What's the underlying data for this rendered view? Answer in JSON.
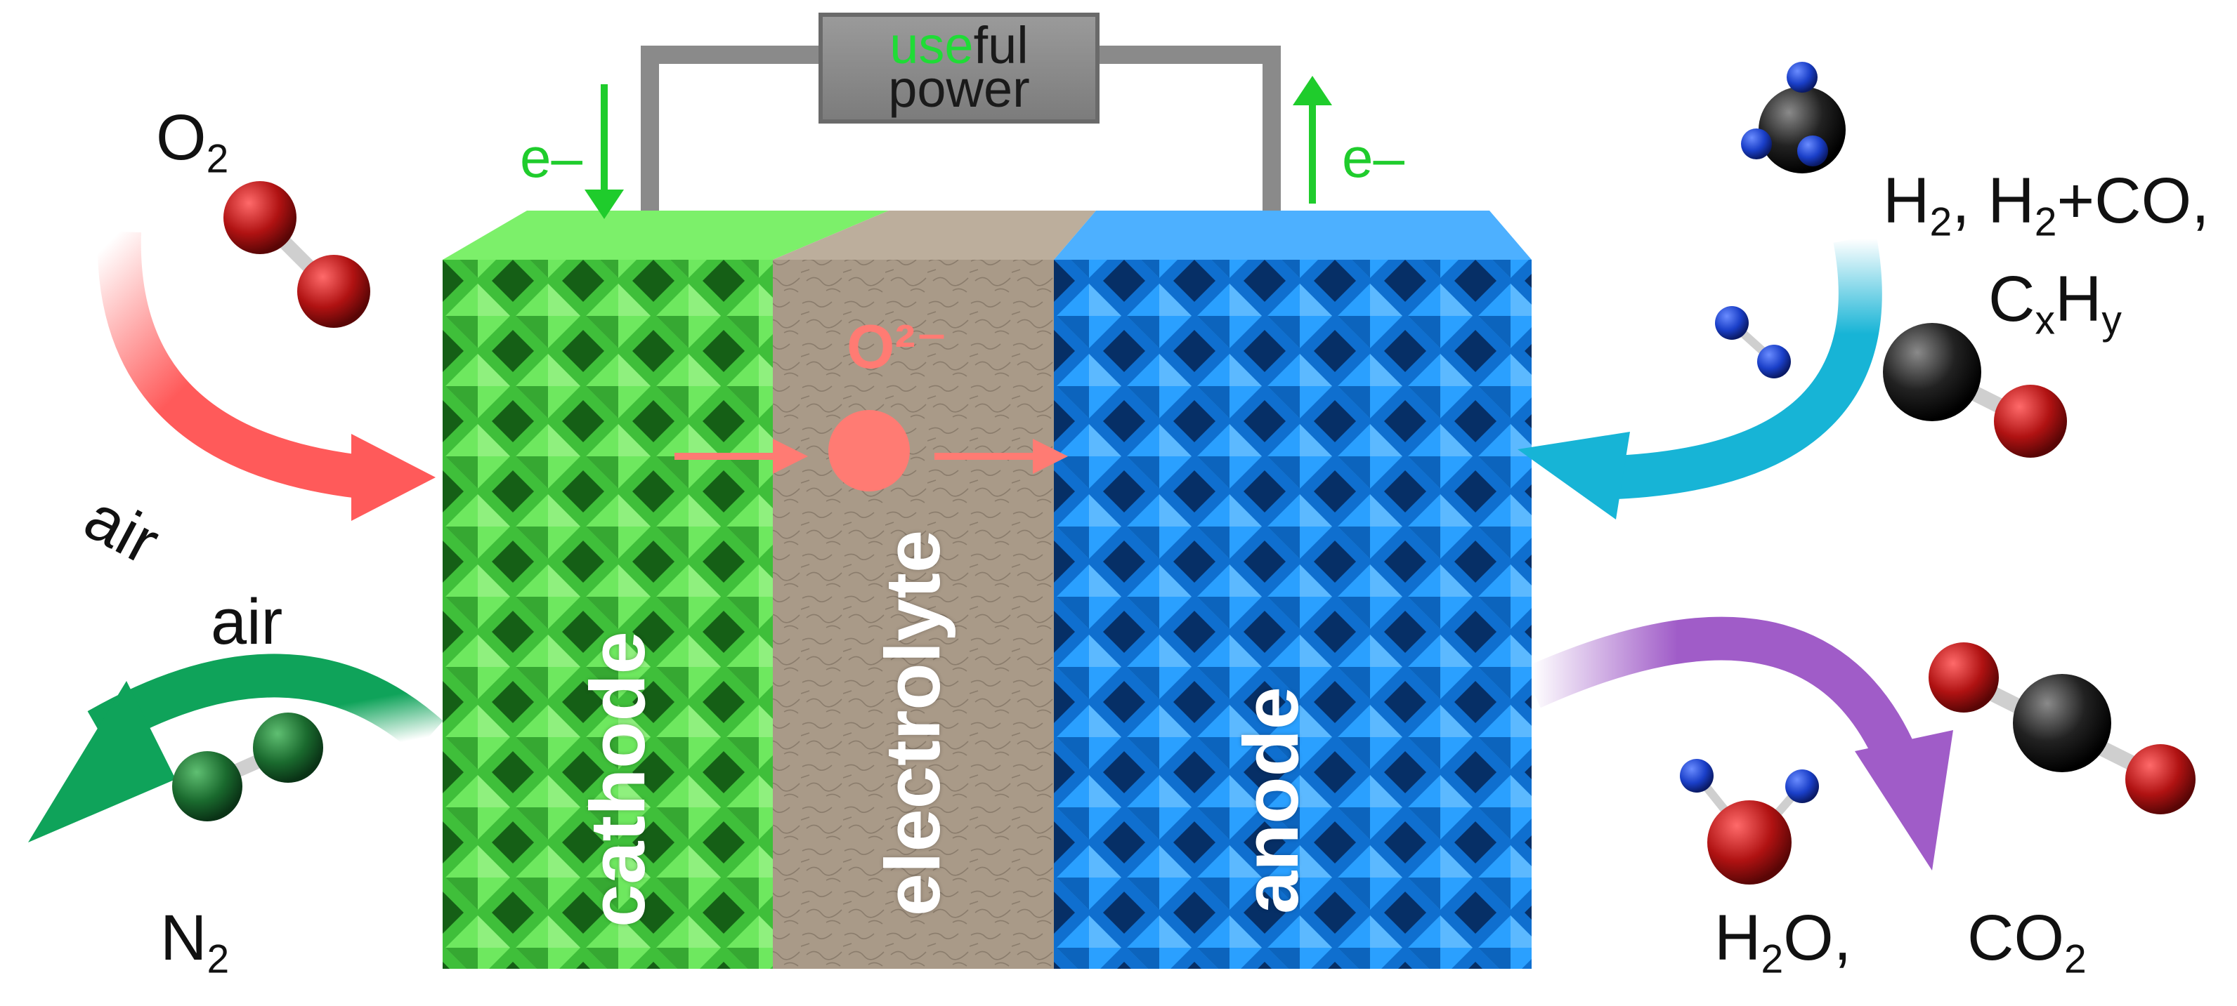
{
  "useful_power": {
    "highlight": "use",
    "rest_line1": "ful",
    "line2": "power"
  },
  "electron_label_left": "e–",
  "electron_label_right": "e–",
  "layers": {
    "cathode": "cathode",
    "electrolyte": "electrolyte",
    "anode": "anode"
  },
  "ion_label": "O²⁻",
  "left_side": {
    "o2": {
      "base": "O",
      "sub": "2"
    },
    "air_in": "air",
    "air_out": "air",
    "n2": {
      "base": "N",
      "sub": "2"
    }
  },
  "right_side": {
    "fuel_line1": {
      "h2_base": "H",
      "h2_sub": "2",
      "rest": ", H",
      "rest_sub": "2",
      "rest_tail": "+CO,"
    },
    "fuel_line2": {
      "c": "C",
      "c_sub": "x",
      "h": "H",
      "h_sub": "y"
    },
    "h2o": {
      "base": "H",
      "sub": "2",
      "tail": "O,"
    },
    "co2": {
      "base": "CO",
      "sub": "2"
    }
  },
  "colors": {
    "cathode": "#52d64a",
    "electrolyte": "#a99a88",
    "anode": "#1a8cf0",
    "air_in_arrow": "#ff5a5a",
    "air_out_arrow": "#0fa35a",
    "fuel_arrow": "#17b4d6",
    "exhaust_arrow": "#a05cc8",
    "electron": "#1fcc2c",
    "ion": "#ff7b73"
  }
}
